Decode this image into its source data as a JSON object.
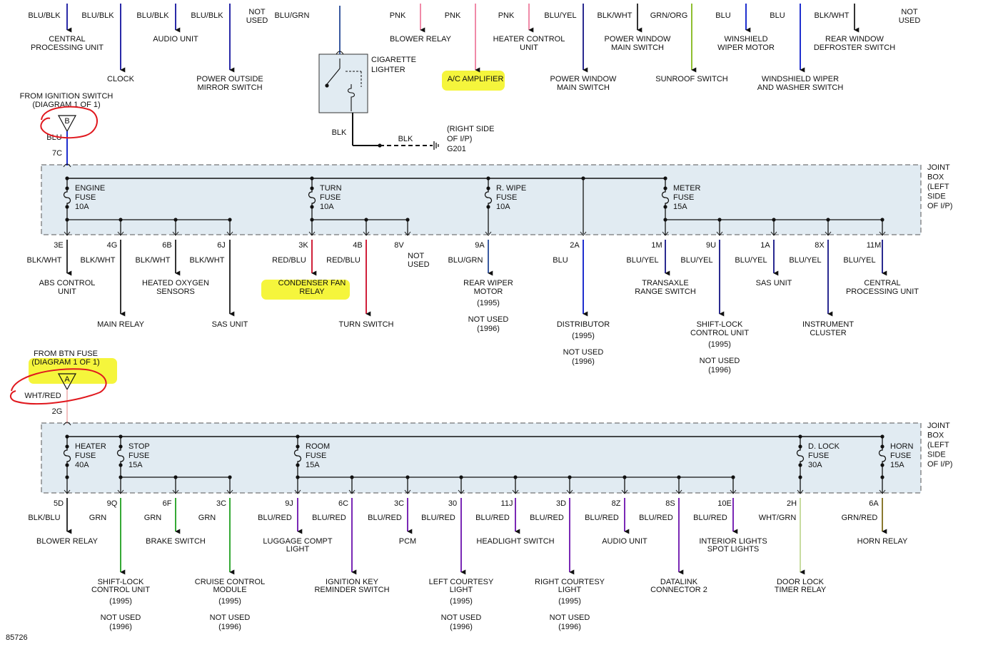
{
  "diagram_id": "85726",
  "colors": {
    "box_fill": "#e1ebf2",
    "highlight": "#f5f53c",
    "annotation": "#e0181e",
    "BLU/BLK": "#2a2aa8",
    "BLU/GRN": "#3a5aa0",
    "BLU": "#1f2fcf",
    "PNK": "#f08aa8",
    "BLU/YEL": "#2a2a90",
    "GRN/ORG": "#8fbf30",
    "BLK": "#111111",
    "BLK/WHT": "#333333",
    "RED/BLU": "#d0203a",
    "WHT/RED": "#f2c0c0",
    "GRN": "#35a935",
    "BLU/RED": "#7a28b5",
    "WHT/GRN": "#c8dca0",
    "GRN/RED": "#8a7a30"
  },
  "top_row": [
    {
      "wire": "BLU/BLK",
      "dest": [
        "CENTRAL",
        "PROCESSING UNIT"
      ]
    },
    {
      "wire": "BLU/BLK",
      "dest": [
        "CLOCK"
      ]
    },
    {
      "wire": "BLU/BLK",
      "dest": [
        "AUDIO UNIT"
      ]
    },
    {
      "wire": "BLU/BLK",
      "dest": [
        "POWER OUTSIDE",
        "MIRROR SWITCH"
      ]
    },
    {
      "wire": "NOT",
      "wire2": "USED",
      "dest": []
    },
    {
      "wire": "BLU/GRN",
      "dest": []
    },
    {
      "wire": "PNK",
      "dest": [
        "BLOWER RELAY"
      ]
    },
    {
      "wire": "PNK",
      "dest": [
        "A/C AMPLIFIER"
      ]
    },
    {
      "wire": "PNK",
      "dest": [
        "HEATER CONTROL",
        "UNIT"
      ]
    },
    {
      "wire": "BLU/YEL",
      "dest": [
        "POWER WINDOW",
        "MAIN SWITCH"
      ]
    },
    {
      "wire": "BLK/WHT",
      "dest": [
        "POWER WINDOW",
        "MAIN SWITCH"
      ]
    },
    {
      "wire": "GRN/ORG",
      "dest": [
        "SUNROOF SWITCH"
      ]
    },
    {
      "wire": "BLU",
      "dest": [
        "WINSHIELD",
        "WIPER MOTOR"
      ]
    },
    {
      "wire": "BLU",
      "dest": [
        "WINDSHIELD WIPER",
        "AND WASHER SWITCH"
      ]
    },
    {
      "wire": "BLK/WHT",
      "dest": [
        "REAR WINDOW",
        "DEFROSTER SWITCH"
      ]
    },
    {
      "wire": "NOT",
      "wire2": "USED",
      "dest": []
    }
  ],
  "cigarette": {
    "label": [
      "CIGARETTE",
      "LIGHTER"
    ],
    "wire1": "BLK",
    "wire2": "BLK",
    "ground": [
      "(RIGHT SIDE",
      "OF I/P)",
      "G201"
    ]
  },
  "source_b": {
    "title": [
      "FROM IGNITION SWITCH",
      "(DIAGRAM 1 OF 1)"
    ],
    "letter": "B",
    "wire": "BLU",
    "pin": "7C"
  },
  "source_a": {
    "title": [
      "FROM BTN FUSE",
      "(DIAGRAM 1 OF 1)"
    ],
    "letter": "A",
    "wire": "WHT/RED",
    "pin": "2G"
  },
  "box_label": [
    "JOINT",
    "BOX",
    "(LEFT",
    "SIDE",
    "OF I/P)"
  ],
  "fuses_top": [
    {
      "lines": [
        "ENGINE",
        "FUSE",
        "10A"
      ]
    },
    {
      "lines": [
        "TURN",
        "FUSE",
        "10A"
      ]
    },
    {
      "lines": [
        "R. WIPE",
        "FUSE",
        "10A"
      ]
    },
    {
      "lines": [
        "METER",
        "FUSE",
        "15A"
      ]
    }
  ],
  "outputs_top": [
    {
      "pin": "3E",
      "wire": "BLK/WHT",
      "dest": [
        "ABS CONTROL",
        "UNIT"
      ],
      "notes": []
    },
    {
      "pin": "4G",
      "wire": "BLK/WHT",
      "dest": [
        "MAIN RELAY"
      ],
      "notes": []
    },
    {
      "pin": "6B",
      "wire": "BLK/WHT",
      "dest": [
        "HEATED OXYGEN",
        "SENSORS"
      ],
      "notes": []
    },
    {
      "pin": "6J",
      "wire": "BLK/WHT",
      "dest": [
        "SAS UNIT"
      ],
      "notes": []
    },
    {
      "pin": "3K",
      "wire": "RED/BLU",
      "dest": [
        "CONDENSER FAN",
        "RELAY"
      ],
      "notes": []
    },
    {
      "pin": "4B",
      "wire": "RED/BLU",
      "dest": [
        "TURN SWITCH"
      ],
      "notes": []
    },
    {
      "pin": "8V",
      "wire": "NOT",
      "wire2": "USED",
      "dest": [],
      "notes": []
    },
    {
      "pin": "9A",
      "wire": "BLU/GRN",
      "dest": [
        "REAR WIPER",
        "MOTOR"
      ],
      "notes": [
        "(1995)",
        "NOT USED",
        "(1996)"
      ]
    },
    {
      "pin": "2A",
      "wire": "BLU",
      "dest": [
        "DISTRIBUTOR"
      ],
      "notes": [
        "(1995)",
        "NOT USED",
        "(1996)"
      ]
    },
    {
      "pin": "1M",
      "wire": "BLU/YEL",
      "dest": [
        "TRANSAXLE",
        "RANGE SWITCH"
      ],
      "notes": []
    },
    {
      "pin": "9U",
      "wire": "BLU/YEL",
      "dest": [
        "SHIFT-LOCK",
        "CONTROL UNIT"
      ],
      "notes": [
        "(1995)",
        "NOT USED",
        "(1996)"
      ]
    },
    {
      "pin": "1A",
      "wire": "BLU/YEL",
      "dest": [
        "SAS UNIT"
      ],
      "notes": []
    },
    {
      "pin": "8X",
      "wire": "BLU/YEL",
      "dest": [
        "INSTRUMENT",
        "CLUSTER"
      ],
      "notes": []
    },
    {
      "pin": "11M",
      "wire": "BLU/YEL",
      "dest": [
        "CENTRAL",
        "PROCESSING UNIT"
      ],
      "notes": []
    }
  ],
  "fuses_bottom": [
    {
      "lines": [
        "HEATER",
        "FUSE",
        "40A"
      ]
    },
    {
      "lines": [
        "STOP",
        "FUSE",
        "15A"
      ]
    },
    {
      "lines": [
        "ROOM",
        "FUSE",
        "15A"
      ]
    },
    {
      "lines": [
        "D. LOCK",
        "FUSE",
        "30A"
      ]
    },
    {
      "lines": [
        "HORN",
        "FUSE",
        "15A"
      ]
    }
  ],
  "outputs_bottom": [
    {
      "pin": "5D",
      "wire": "BLK/BLU",
      "dest": [
        "BLOWER RELAY"
      ],
      "notes": []
    },
    {
      "pin": "9Q",
      "wire": "GRN",
      "dest": [
        "SHIFT-LOCK",
        "CONTROL UNIT"
      ],
      "notes": [
        "(1995)",
        "NOT USED",
        "(1996)"
      ]
    },
    {
      "pin": "6F",
      "wire": "GRN",
      "dest": [
        "BRAKE SWITCH"
      ],
      "notes": []
    },
    {
      "pin": "3C",
      "wire": "GRN",
      "dest": [
        "CRUISE CONTROL",
        "MODULE"
      ],
      "notes": [
        "(1995)",
        "NOT USED",
        "(1996)"
      ]
    },
    {
      "pin": "9J",
      "wire": "BLU/RED",
      "dest": [
        "LUGGAGE COMPT",
        "LIGHT"
      ],
      "notes": []
    },
    {
      "pin": "6C",
      "wire": "BLU/RED",
      "dest": [
        "IGNITION KEY",
        "REMINDER SWITCH"
      ],
      "notes": []
    },
    {
      "pin": "3C",
      "wire": "BLU/RED",
      "dest": [
        "PCM"
      ],
      "notes": []
    },
    {
      "pin": "30",
      "wire": "BLU/RED",
      "dest": [
        "LEFT COURTESY",
        "LIGHT"
      ],
      "notes": [
        "(1995)",
        "NOT USED",
        "(1996)"
      ]
    },
    {
      "pin": "11J",
      "wire": "BLU/RED",
      "dest": [
        "HEADLIGHT SWITCH"
      ],
      "notes": []
    },
    {
      "pin": "3D",
      "wire": "BLU/RED",
      "dest": [
        "RIGHT COURTESY",
        "LIGHT"
      ],
      "notes": [
        "(1995)",
        "NOT USED",
        "(1996)"
      ]
    },
    {
      "pin": "8Z",
      "wire": "BLU/RED",
      "dest": [
        "AUDIO UNIT"
      ],
      "notes": []
    },
    {
      "pin": "8S",
      "wire": "BLU/RED",
      "dest": [
        "DATALINK",
        "CONNECTOR 2"
      ],
      "notes": []
    },
    {
      "pin": "10E",
      "wire": "BLU/RED",
      "dest": [
        "INTERIOR LIGHTS",
        "SPOT LIGHTS"
      ],
      "notes": []
    },
    {
      "pin": "2H",
      "wire": "WHT/GRN",
      "dest": [
        "DOOR LOCK",
        "TIMER RELAY"
      ],
      "notes": []
    },
    {
      "pin": "6A",
      "wire": "GRN/RED",
      "dest": [
        "HORN RELAY"
      ],
      "notes": []
    }
  ]
}
